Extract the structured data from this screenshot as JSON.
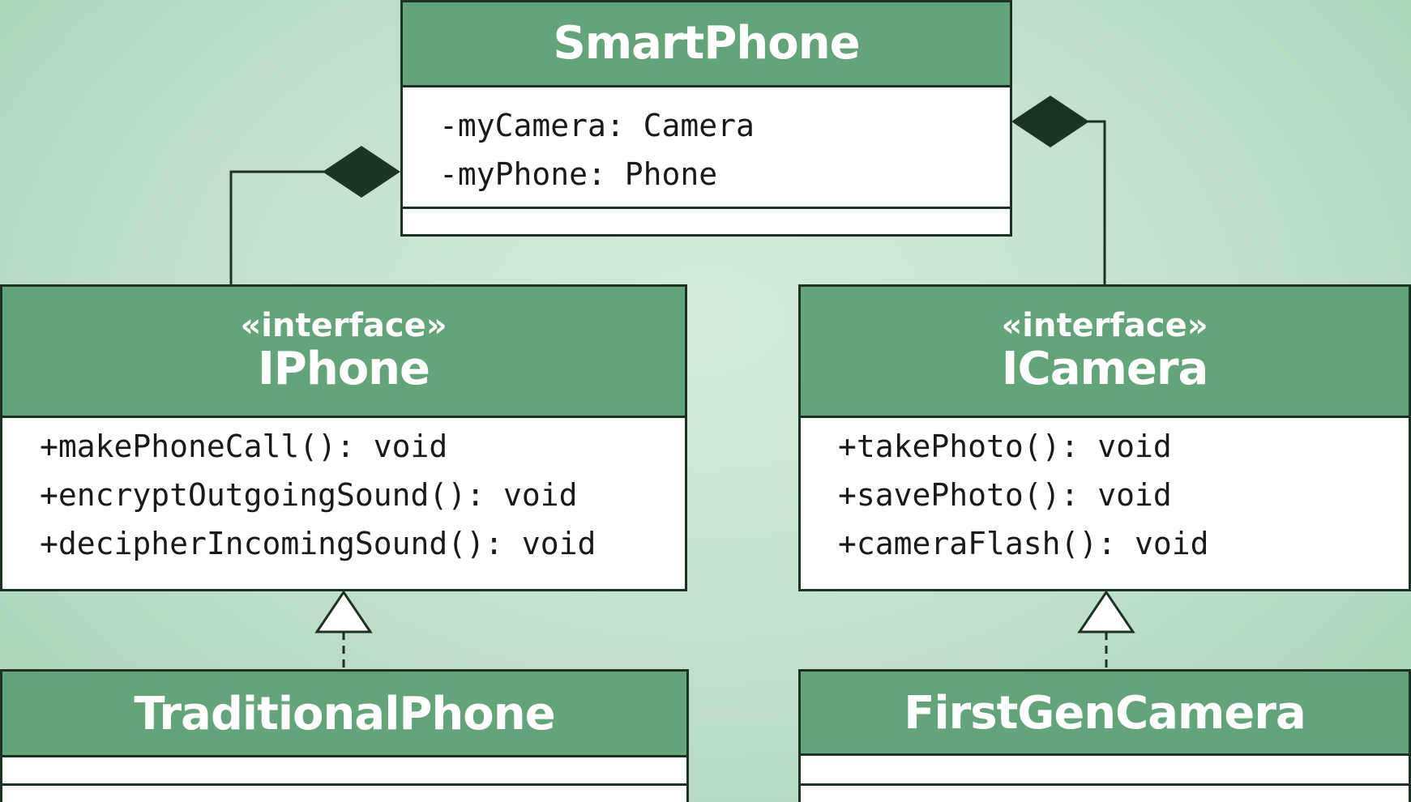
{
  "classes": {
    "smartphone": {
      "name": "SmartPhone",
      "attributes": [
        "-myCamera: Camera",
        "-myPhone: Phone"
      ]
    },
    "iphone": {
      "stereotype": "«interface»",
      "name": "IPhone",
      "operations": [
        "+makePhoneCall(): void",
        "+encryptOutgoingSound(): void",
        "+decipherIncomingSound(): void"
      ]
    },
    "icamera": {
      "stereotype": "«interface»",
      "name": "ICamera",
      "operations": [
        "+takePhoto(): void",
        "+savePhoto(): void",
        "+cameraFlash(): void"
      ]
    },
    "traditionalphone": {
      "name": "TraditionalPhone"
    },
    "firstgencamera": {
      "name": "FirstGenCamera"
    }
  },
  "relationships": [
    {
      "type": "composition",
      "whole": "SmartPhone",
      "part": "IPhone"
    },
    {
      "type": "composition",
      "whole": "SmartPhone",
      "part": "ICamera"
    },
    {
      "type": "realization",
      "from": "TraditionalPhone",
      "to": "IPhone"
    },
    {
      "type": "realization",
      "from": "FirstGenCamera",
      "to": "ICamera"
    }
  ],
  "colors": {
    "header": "#64a47a",
    "border": "#1d3124",
    "background": "#c4e2cf"
  }
}
